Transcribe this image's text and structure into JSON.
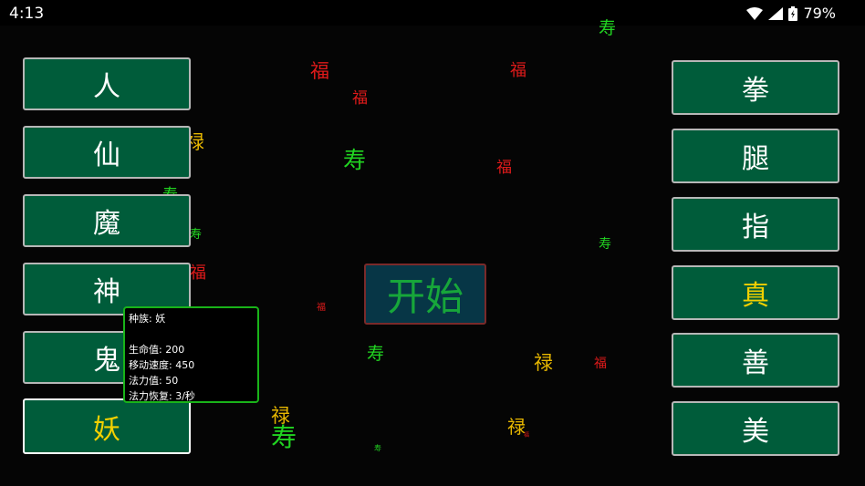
{
  "status": {
    "time": "4:13",
    "battery": "79%"
  },
  "left_buttons": [
    "人",
    "仙",
    "魔",
    "神",
    "鬼",
    "妖"
  ],
  "right_buttons": [
    "拳",
    "腿",
    "指",
    "真",
    "善",
    "美"
  ],
  "start_label": "开始",
  "info": {
    "race": "种族: 妖",
    "hp": "生命值: 200",
    "speed": "移动速度: 450",
    "mana": "法力值: 50",
    "regen": "法力恢复: 3/秒"
  },
  "floating": {
    "fu": "福",
    "lu": "禄",
    "shou": "寿"
  },
  "colors": {
    "button_bg": "#005c3a",
    "fu": "#e01a1a",
    "lu": "#e8b800",
    "shou": "#21d421"
  }
}
